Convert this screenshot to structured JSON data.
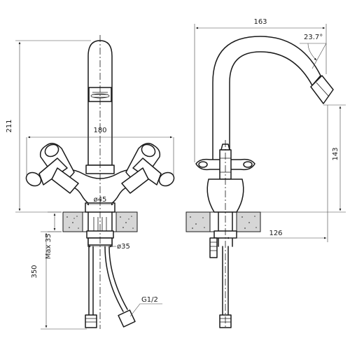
{
  "dimensions": {
    "front_height": "211",
    "spread": "180",
    "base_diameter": "ø45",
    "shank_diameter": "ø35",
    "max_thickness": "Max 35",
    "hose_length": "350",
    "connector_thread": "G1/2",
    "spout_reach": "163",
    "spout_angle": "23.7°",
    "outlet_height": "143",
    "spout_offset": "126"
  }
}
